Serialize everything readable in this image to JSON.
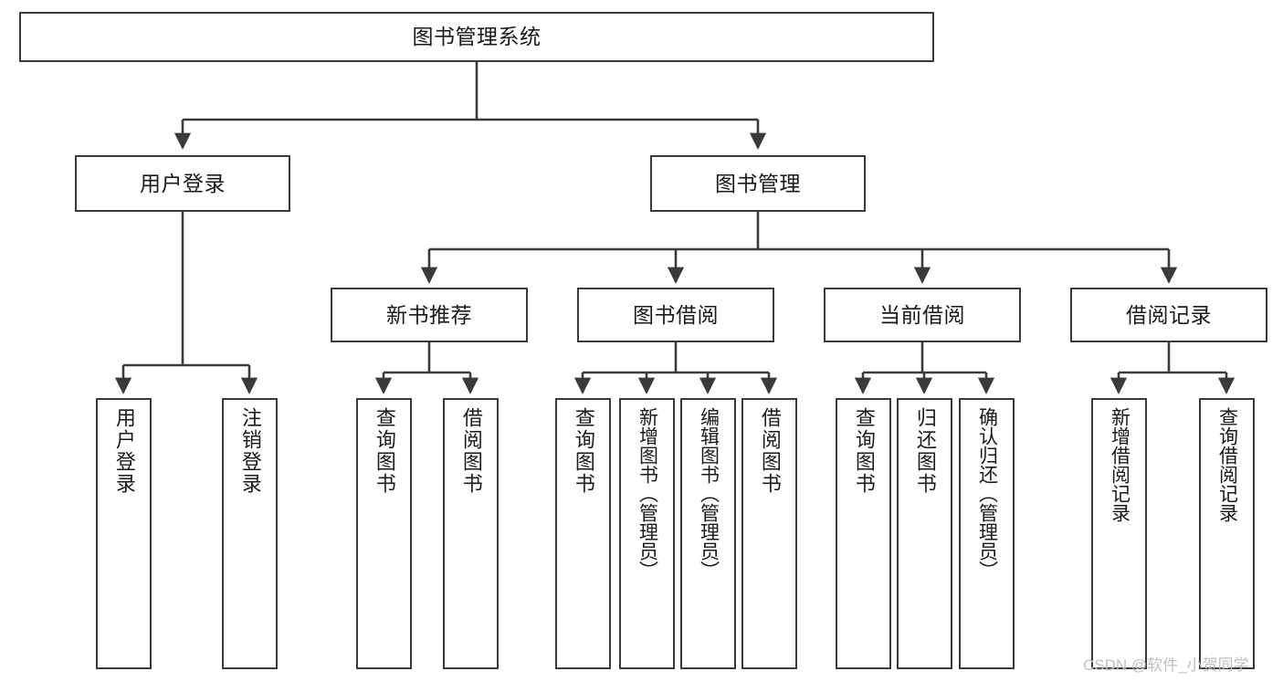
{
  "diagram": {
    "title": "图书管理系统",
    "watermark": "CSDN @软件_小贺同学",
    "accent": "#3a3a3a",
    "background": "#ffffff",
    "nodes": {
      "root": "图书管理系统",
      "level2": [
        "用户登录",
        "图书管理"
      ],
      "level3": [
        "新书推荐",
        "图书借阅",
        "当前借阅",
        "借阅记录"
      ],
      "leaves": {
        "user_login": [
          "用户登录",
          "注销登录"
        ],
        "new_book": [
          "查询图书",
          "借阅图书"
        ],
        "book_borrow": [
          "查询图书",
          "新增图书（管理员）",
          "编辑图书（管理员）",
          "借阅图书"
        ],
        "current_borrow": [
          "查询图书",
          "归还图书",
          "确认归还（管理员）"
        ],
        "borrow_record": [
          "新增借阅记录",
          "查询借阅记录"
        ]
      }
    }
  }
}
